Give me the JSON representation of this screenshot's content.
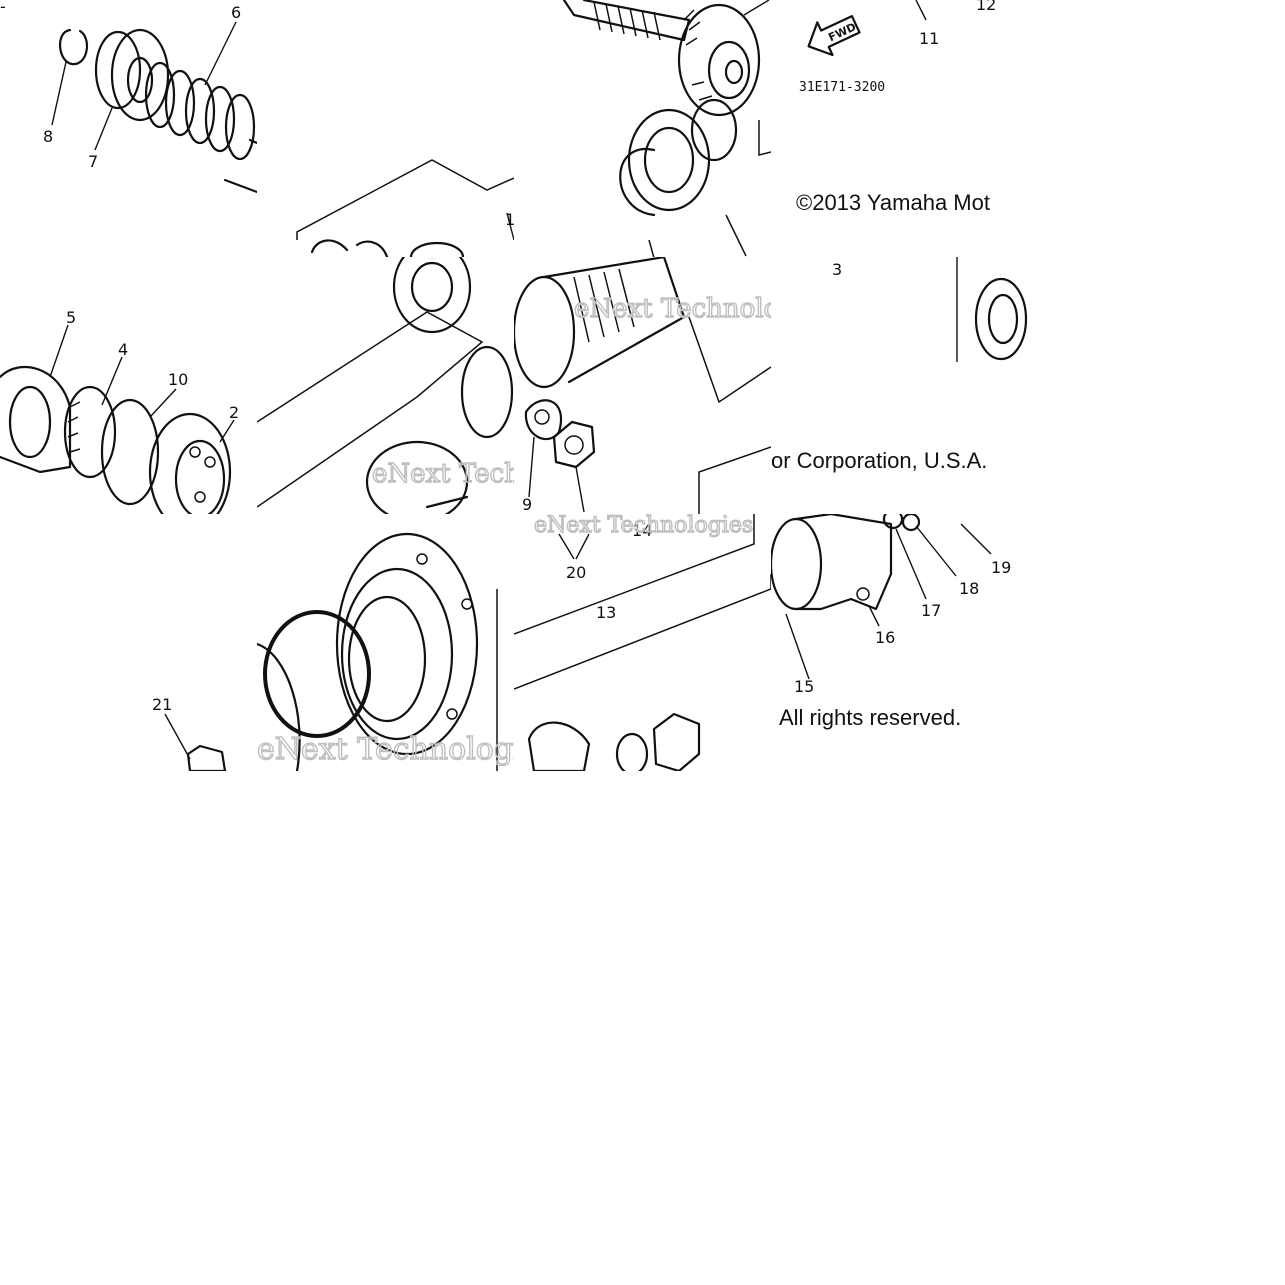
{
  "diagram": {
    "figure_code": "31E171-3200",
    "fwd_label": "FWD",
    "copyright_line1": "©2013 Yamaha Mot",
    "copyright_line2": "or Corporation, U.S.A.",
    "copyright_line3": "All rights reserved.",
    "watermark": "eNext Technologies",
    "callouts": [
      "1",
      "2",
      "3",
      "4",
      "5",
      "6",
      "7",
      "8",
      "9",
      "10",
      "11",
      "12",
      "13",
      "14",
      "15",
      "16",
      "17",
      "18",
      "19",
      "20",
      "21"
    ]
  }
}
